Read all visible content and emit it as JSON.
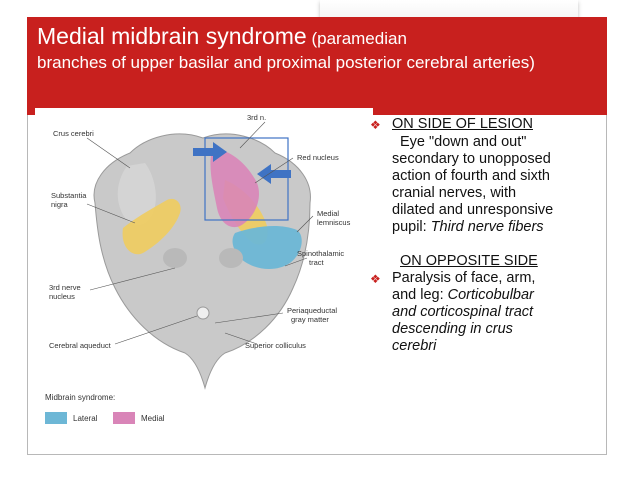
{
  "slide": {
    "title_main": "Medial midbrain syndrome",
    "title_paren": " (paramedian",
    "title_rest": "branches of upper basilar and proximal posterior cerebral arteries)"
  },
  "diagram": {
    "labels": {
      "third_n": "3rd n.",
      "crus_cerebri": "Crus cerebri",
      "substantia_nigra_1": "Substantia",
      "substantia_nigra_2": "nigra",
      "red_nucleus": "Red nucleus",
      "medial_lemniscus_1": "Medial",
      "medial_lemniscus_2": "lemniscus",
      "spinothalamic_1": "Spinothalamic",
      "spinothalamic_2": "tract",
      "third_nerve_nucleus_1": "3rd nerve",
      "third_nerve_nucleus_2": "nucleus",
      "periaqueductal_1": "Periaqueductal",
      "periaqueductal_2": "gray matter",
      "cerebral_aqueduct": "Cerebral aqueduct",
      "superior_colliculus": "Superior colliculus"
    },
    "legend": {
      "title": "Midbrain syndrome:",
      "lateral": "Lateral",
      "medial": "Medial"
    },
    "colors": {
      "lateral": "#6db7d6",
      "medial": "#d985b8",
      "crus": "#f0cc5e",
      "arrow": "#3f73c4"
    }
  },
  "bullets": {
    "ipsilateral_heading": "ON SIDE OF LESION",
    "ipsilateral_lines": [
      "Eye \"down and out\"",
      "secondary to unopposed",
      "action of fourth and sixth",
      "cranial nerves, with",
      "dilated and unresponsive"
    ],
    "ipsilateral_last_plain": "pupil: ",
    "ipsilateral_last_italic": "Third nerve fibers",
    "contralateral_heading": "ON OPPOSITE SIDE",
    "contralateral_lines": [
      "Paralysis of face, arm,",
      "and leg: "
    ],
    "contralateral_italic_first": "Corticobulbar",
    "contralateral_italic_lines": [
      "and corticospinal tract",
      "descending in crus",
      "cerebri"
    ]
  }
}
